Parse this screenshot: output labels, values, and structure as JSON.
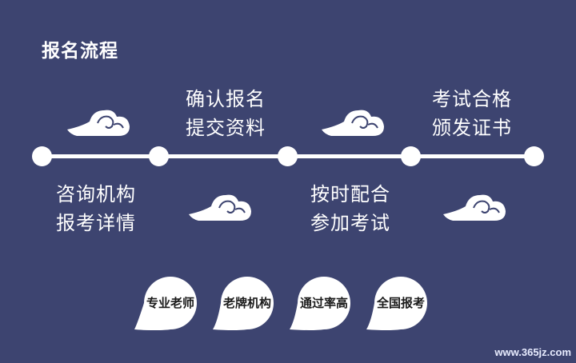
{
  "title": "报名流程",
  "steps": [
    {
      "line1": "咨询机构",
      "line2": "报考详情"
    },
    {
      "line1": "确认报名",
      "line2": "提交资料"
    },
    {
      "line1": "按时配合",
      "line2": "参加考试"
    },
    {
      "line1": "考试合格",
      "line2": "颁发证书"
    }
  ],
  "badges": [
    "专业老师",
    "老牌机构",
    "通过率高",
    "全国报考"
  ],
  "watermark": "www.365jz.com",
  "colors": {
    "background": "#3d4470",
    "foreground": "#ffffff"
  },
  "icons": [
    "cloud-icon"
  ]
}
